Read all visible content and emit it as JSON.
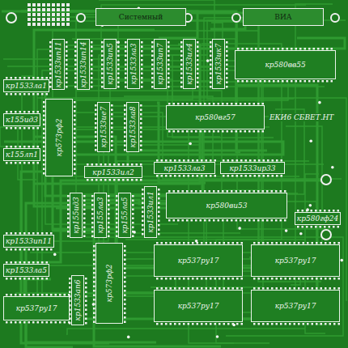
{
  "diagram": {
    "nodes": [
      {
        "text": [
          "Системный"
        ]
      },
      {
        "text": [
          "ВИА"
        ]
      },
      {
        "text": [
          "кр1533ип11"
        ]
      },
      {
        "text": [
          "кр1533ип14"
        ]
      },
      {
        "text": [
          "кр1533ип5"
        ]
      },
      {
        "text": [
          "кр1533ла3"
        ]
      },
      {
        "text": [
          "кр1533ип7"
        ]
      },
      {
        "text": [
          "кр1533ил4"
        ]
      },
      {
        "text": [
          "кр1533ик7"
        ]
      },
      {
        "text": [
          "кр580вв55"
        ]
      },
      {
        "text": [
          "кр1533ла1"
        ]
      },
      {
        "text": [
          "к155ид3"
        ]
      },
      {
        "text": [
          "к155лп1"
        ]
      },
      {
        "text": [
          "кр573рф2"
        ]
      },
      {
        "text": [
          "кр1533ие7"
        ]
      },
      {
        "text": [
          "кр1533ла8"
        ]
      },
      {
        "text": [
          "кр580вг57"
        ]
      },
      {
        "text": [
          "кр1533ил2"
        ]
      },
      {
        "text": [
          "кр1533ла3"
        ]
      },
      {
        "text": [
          "кр1533ир33"
        ]
      },
      {
        "text": [
          "кр580ви53"
        ]
      },
      {
        "text": [
          "кр580гф24"
        ]
      },
      {
        "text": [
          "кр1533ил1"
        ]
      },
      {
        "text": [
          "кр155ид3"
        ]
      },
      {
        "text": [
          "кр155ла3"
        ]
      },
      {
        "text": [
          "кр155ла5"
        ]
      },
      {
        "text": [
          "кр1533ип11"
        ]
      },
      {
        "text": [
          "кр1533ла5"
        ]
      },
      {
        "text": [
          "кр537ру17"
        ]
      },
      {
        "text": [
          "кр1533ап6"
        ]
      },
      {
        "text": [
          "кр573рф2"
        ]
      },
      {
        "text": [
          "кр537ру17"
        ]
      },
      {
        "text": [
          "кр537ру17"
        ]
      },
      {
        "text": [
          "кр537ру17"
        ]
      },
      {
        "text": [
          "кр537ру17"
        ]
      }
    ],
    "labels": [
      "ЕКИ6 СБВЕТ.НТ"
    ]
  }
}
